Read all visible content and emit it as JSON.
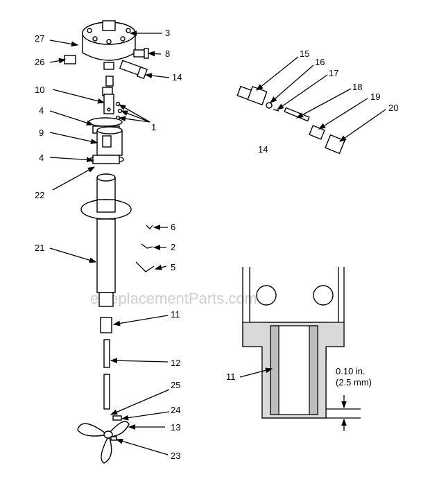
{
  "watermark": "eReplacementParts.com",
  "callouts": {
    "c27": "27",
    "c3": "3",
    "c26": "26",
    "c8": "8",
    "c14a": "14",
    "c10": "10",
    "c4a": "4",
    "c1": "1",
    "c9": "9",
    "c4b": "4",
    "c22": "22",
    "c6": "6",
    "c2": "2",
    "c21": "21",
    "c5": "5",
    "c11a": "11",
    "c12": "12",
    "c25": "25",
    "c24": "24",
    "c13": "13",
    "c23": "23",
    "c15": "15",
    "c16": "16",
    "c17": "17",
    "c18": "18",
    "c19": "19",
    "c20": "20",
    "c14b": "14",
    "c11b": "11"
  },
  "dimension": {
    "inches": "0.10 in.",
    "mm": "(2.5 mm)"
  }
}
